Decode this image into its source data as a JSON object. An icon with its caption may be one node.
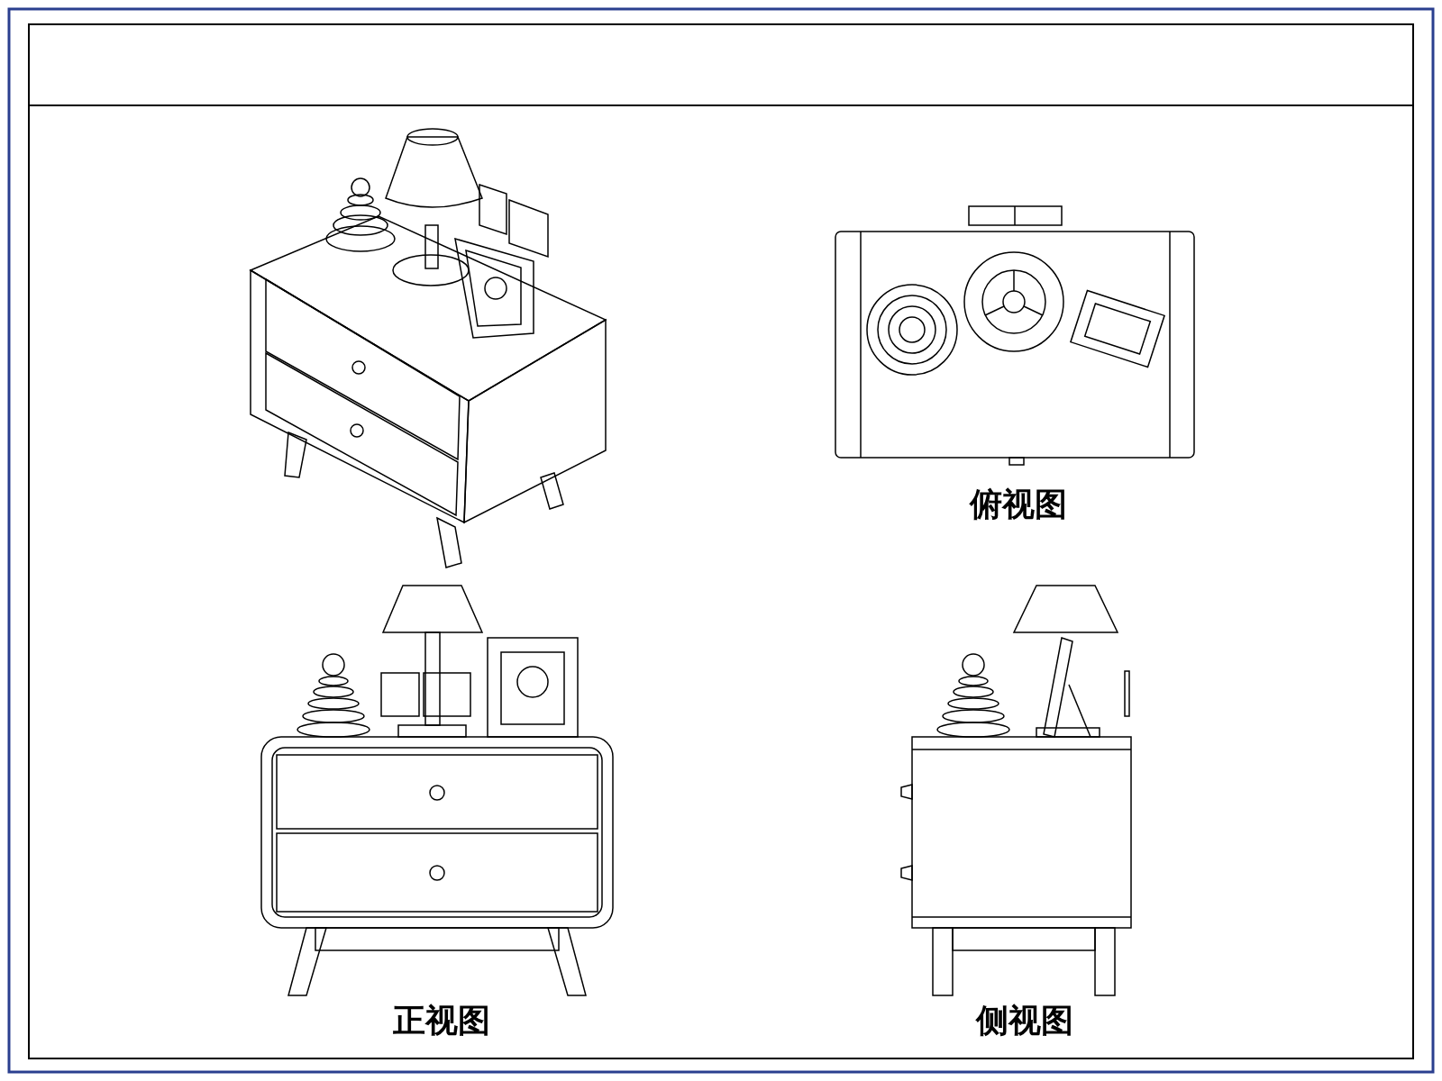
{
  "diagram": {
    "labels": [
      "俯视图",
      "正视图",
      "侧视图"
    ]
  }
}
